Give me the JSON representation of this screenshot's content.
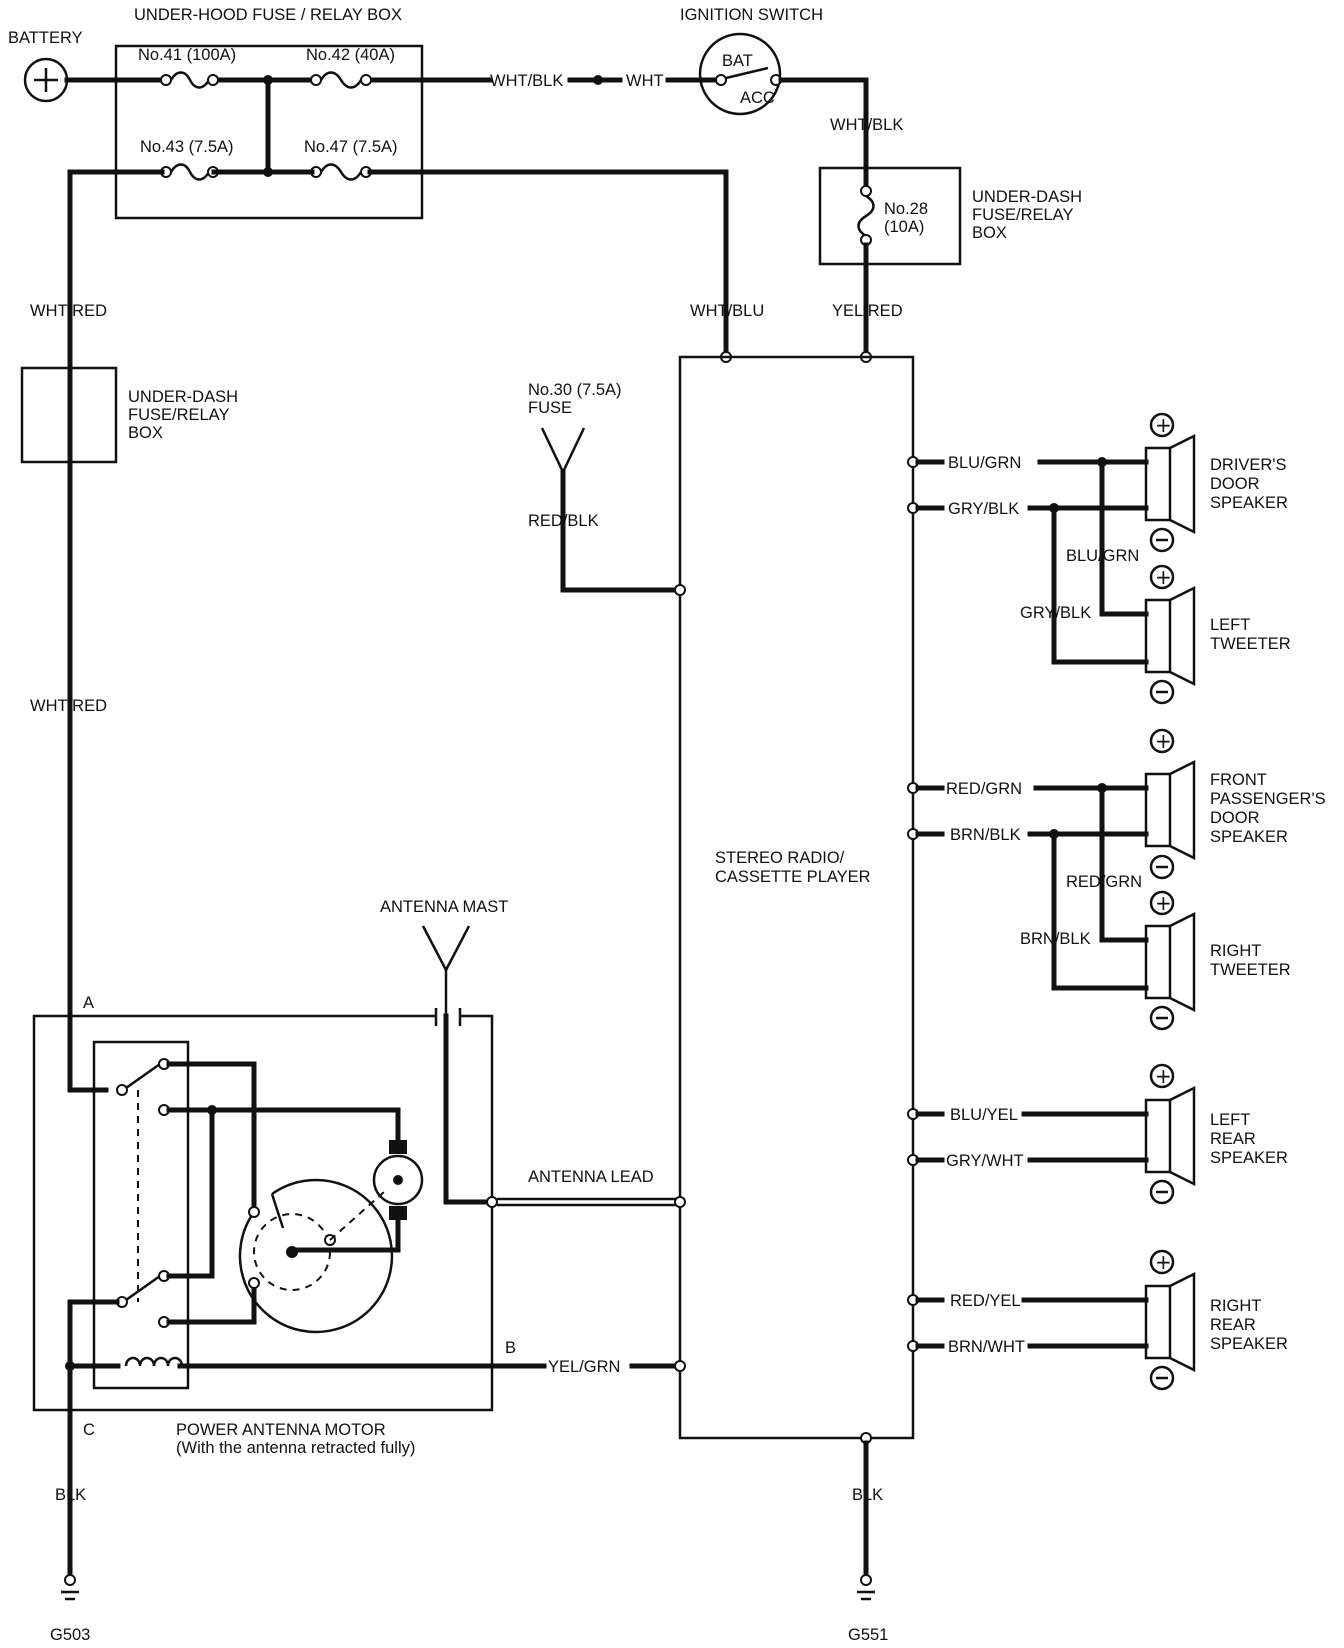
{
  "labels": {
    "battery": "BATTERY",
    "underhood_box": "UNDER-HOOD FUSE / RELAY BOX",
    "fuse41": "No.41 (100A)",
    "fuse42": "No.42 (40A)",
    "fuse43": "No.43 (7.5A)",
    "fuse47": "No.47 (7.5A)",
    "ignition_switch": "IGNITION SWITCH",
    "bat": "BAT",
    "acc": "ACC",
    "wht_blk_1": "WHT/BLK",
    "wht": "WHT",
    "wht_blk_2": "WHT/BLK",
    "fuse28_a": "No.28",
    "fuse28_b": "(10A)",
    "underdash_right_1": "UNDER-DASH",
    "underdash_right_2": "FUSE/RELAY",
    "underdash_right_3": "BOX",
    "wht_red_1": "WHT/RED",
    "wht_blu": "WHT/BLU",
    "yel_red": "YEL/RED",
    "underdash_left_1": "UNDER-DASH",
    "underdash_left_2": "FUSE/RELAY",
    "underdash_left_3": "BOX",
    "fuse30_a": "No.30 (7.5A)",
    "fuse30_b": "FUSE",
    "red_blk": "RED/BLK",
    "wht_red_2": "WHT/RED",
    "stereo_1": "STEREO RADIO/",
    "stereo_2": "CASSETTE PLAYER",
    "antenna_mast": "ANTENNA MAST",
    "pin_a": "A",
    "pin_b": "B",
    "pin_c": "C",
    "antenna_lead": "ANTENNA LEAD",
    "yel_grn": "YEL/GRN",
    "motor_1": "POWER ANTENNA MOTOR",
    "motor_2": "(With the antenna retracted fully)",
    "blk_left": "BLK",
    "blk_right": "BLK",
    "g503": "G503",
    "g551": "G551",
    "blu_grn_1": "BLU/GRN",
    "gry_blk_1": "GRY/BLK",
    "blu_grn_2": "BLU/GRN",
    "gry_blk_2": "GRY/BLK",
    "drivers_1": "DRIVER'S",
    "drivers_2": "DOOR",
    "drivers_3": "SPEAKER",
    "left_tw_1": "LEFT",
    "left_tw_2": "TWEETER",
    "red_grn_1": "RED/GRN",
    "brn_blk_1": "BRN/BLK",
    "red_grn_2": "RED/GRN",
    "brn_blk_2": "BRN/BLK",
    "front_pass_1": "FRONT",
    "front_pass_2": "PASSENGER'S",
    "front_pass_3": "DOOR",
    "front_pass_4": "SPEAKER",
    "right_tw_1": "RIGHT",
    "right_tw_2": "TWEETER",
    "blu_yel": "BLU/YEL",
    "gry_wht": "GRY/WHT",
    "left_rear_1": "LEFT",
    "left_rear_2": "REAR",
    "left_rear_3": "SPEAKER",
    "red_yel": "RED/YEL",
    "brn_wht": "BRN/WHT",
    "right_rear_1": "RIGHT",
    "right_rear_2": "REAR",
    "right_rear_3": "SPEAKER"
  }
}
